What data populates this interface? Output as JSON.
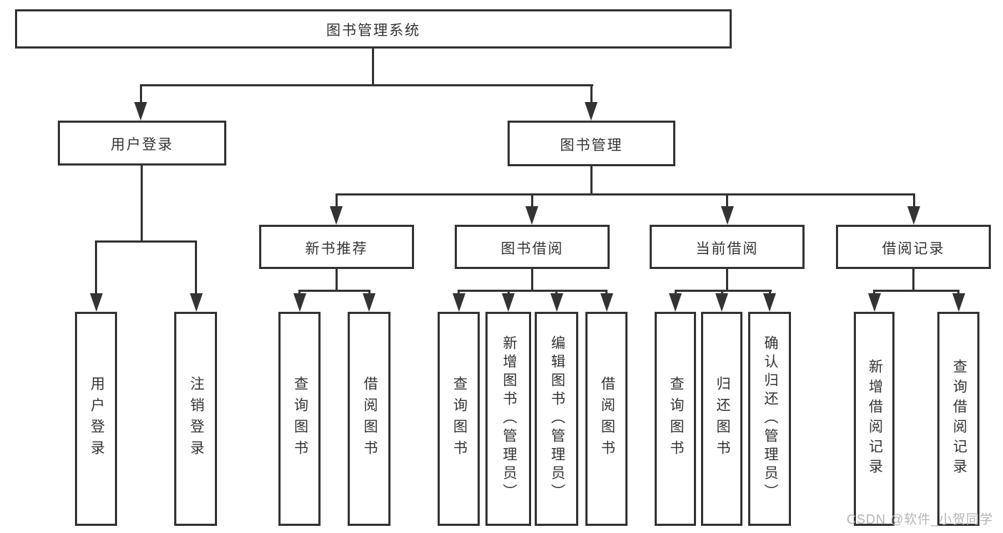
{
  "diagram_type": "hierarchy-tree",
  "watermark": "CSDN @软件_小贺同学",
  "colors": {
    "line": "#333333",
    "text": "#333333",
    "box_background": "#ffffff",
    "page_background": "#ffffff",
    "watermark": "#b5b5b5"
  },
  "tree": {
    "label": "图书管理系统",
    "children": [
      {
        "label": "用户登录",
        "children": [
          {
            "label": "用户登录"
          },
          {
            "label": "注销登录"
          }
        ]
      },
      {
        "label": "图书管理",
        "children": [
          {
            "label": "新书推荐",
            "children": [
              {
                "label": "查询图书"
              },
              {
                "label": "借阅图书"
              }
            ]
          },
          {
            "label": "图书借阅",
            "children": [
              {
                "label": "查询图书"
              },
              {
                "label": "新增图书（管理员）"
              },
              {
                "label": "编辑图书（管理员）"
              },
              {
                "label": "借阅图书"
              }
            ]
          },
          {
            "label": "当前借阅",
            "children": [
              {
                "label": "查询图书"
              },
              {
                "label": "归还图书"
              },
              {
                "label": "确认归还（管理员）"
              }
            ]
          },
          {
            "label": "借阅记录",
            "children": [
              {
                "label": "新增借阅记录"
              },
              {
                "label": "查询借阅记录"
              }
            ]
          }
        ]
      }
    ]
  }
}
